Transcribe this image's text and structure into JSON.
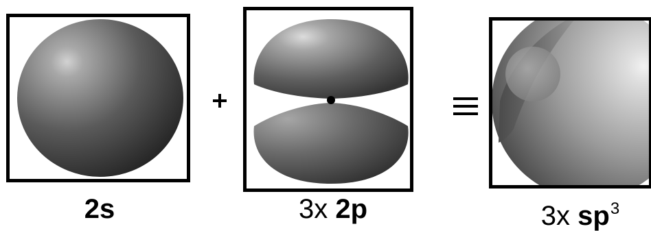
{
  "panels": [
    {
      "label": "2s"
    },
    {
      "multiplier": "3x",
      "orbital": "2p"
    },
    {
      "multiplier": "3x",
      "orbital": "sp",
      "superscript": "3"
    }
  ],
  "operators": {
    "plus": "+",
    "equivalent": "≡"
  },
  "colors": {
    "frame": "#000000",
    "shading_light": "#eeeeee",
    "shading_mid": "#8a8a8a",
    "shading_dark": "#2a2a2a"
  }
}
